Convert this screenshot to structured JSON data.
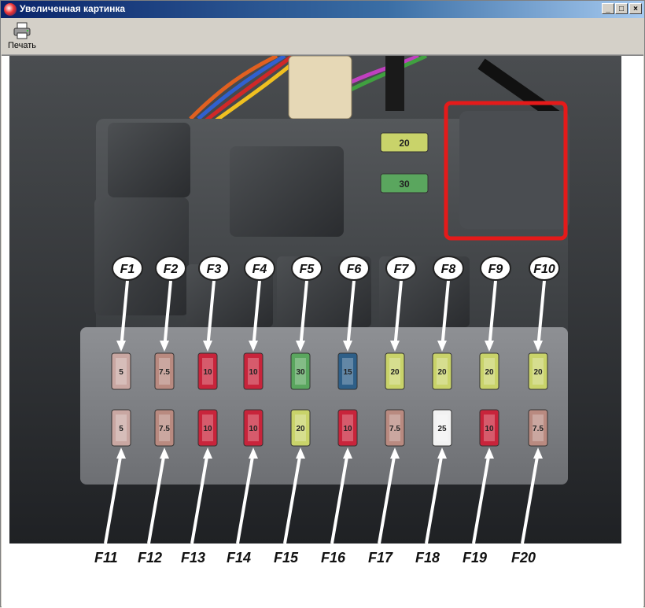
{
  "window": {
    "title": "Увеличенная картинка",
    "min": "_",
    "max": "□",
    "close": "×"
  },
  "toolbar": {
    "print_label": "Печать"
  },
  "callouts_top": [
    "F1",
    "F2",
    "F3",
    "F4",
    "F5",
    "F6",
    "F7",
    "F8",
    "F9",
    "F10"
  ],
  "callouts_bottom": [
    "F11",
    "F12",
    "F13",
    "F14",
    "F15",
    "F16",
    "F17",
    "F18",
    "F19",
    "F20"
  ],
  "fuses_top": [
    {
      "rating": "5",
      "color": "#c9a7a2"
    },
    {
      "rating": "7.5",
      "color": "#b98a80"
    },
    {
      "rating": "10",
      "color": "#c8243b"
    },
    {
      "rating": "10",
      "color": "#c8243b"
    },
    {
      "rating": "30",
      "color": "#5aa65e"
    },
    {
      "rating": "15",
      "color": "#2e5f88"
    },
    {
      "rating": "20",
      "color": "#c9d36a"
    },
    {
      "rating": "20",
      "color": "#c9d36a"
    },
    {
      "rating": "20",
      "color": "#c9d36a"
    },
    {
      "rating": "20",
      "color": "#c9d36a"
    }
  ],
  "fuses_bottom": [
    {
      "rating": "5",
      "color": "#c9a7a2"
    },
    {
      "rating": "7.5",
      "color": "#b98a80"
    },
    {
      "rating": "10",
      "color": "#c8243b"
    },
    {
      "rating": "10",
      "color": "#c8243b"
    },
    {
      "rating": "20",
      "color": "#c9d36a"
    },
    {
      "rating": "10",
      "color": "#c8243b"
    },
    {
      "rating": "7.5",
      "color": "#b98a80"
    },
    {
      "rating": "25",
      "color": "#f2f2f2"
    },
    {
      "rating": "10",
      "color": "#c8243b"
    },
    {
      "rating": "7.5",
      "color": "#b98a80"
    }
  ],
  "relay_fuses": [
    {
      "rating": "20",
      "color": "#c9d36a"
    },
    {
      "rating": "30",
      "color": "#5aa65e"
    }
  ]
}
